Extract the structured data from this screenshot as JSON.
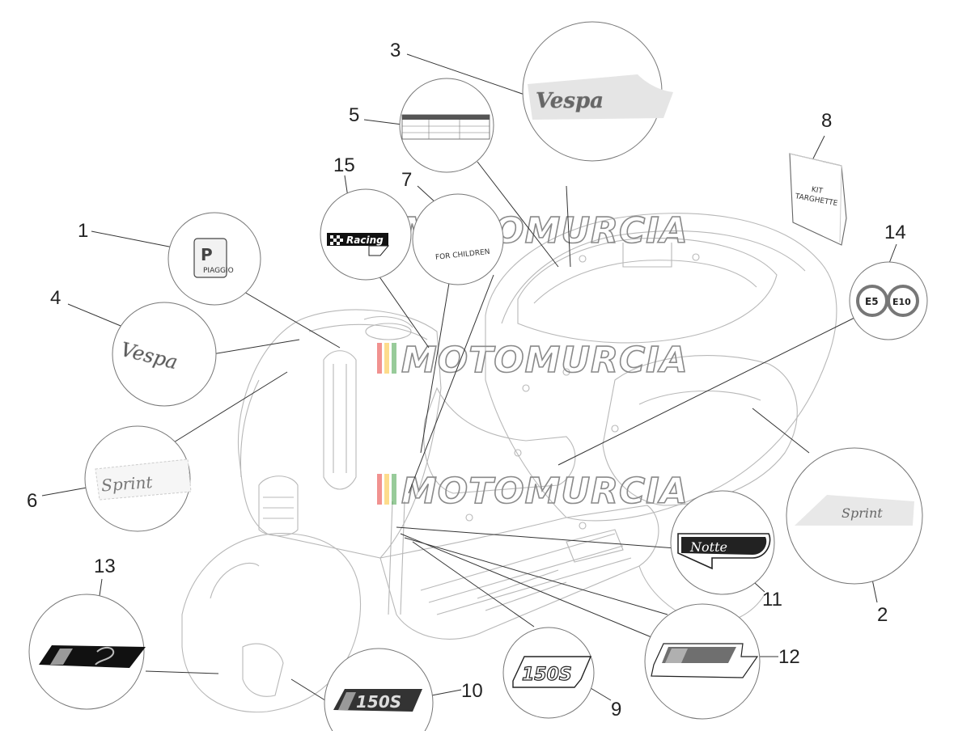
{
  "diagram": {
    "labels": {
      "p1": "1",
      "p2": "2",
      "p3": "3",
      "p4": "4",
      "p5": "5",
      "p6": "6",
      "p7": "7",
      "p8": "8",
      "p9": "9",
      "p10": "10",
      "p11": "11",
      "p12": "12",
      "p13": "13",
      "p14": "14",
      "p15": "15"
    },
    "watermark": "MOTOMURCIA",
    "watermark_colors": [
      "#e53935",
      "#fbc02d",
      "#43a047"
    ],
    "parts": {
      "kit_text_line1": "KIT",
      "kit_text_line2": "TARGHETTE",
      "fuel_e5": "E5",
      "fuel_e10": "E10",
      "children_text": "FOR CHILDREN",
      "racing_text": "Racing",
      "emblem_text": "PIAGGIO",
      "notte_text": "Notte",
      "sprint_text": "Sprint",
      "vespa_text": "Vespa",
      "badge_150s": "150S"
    }
  }
}
